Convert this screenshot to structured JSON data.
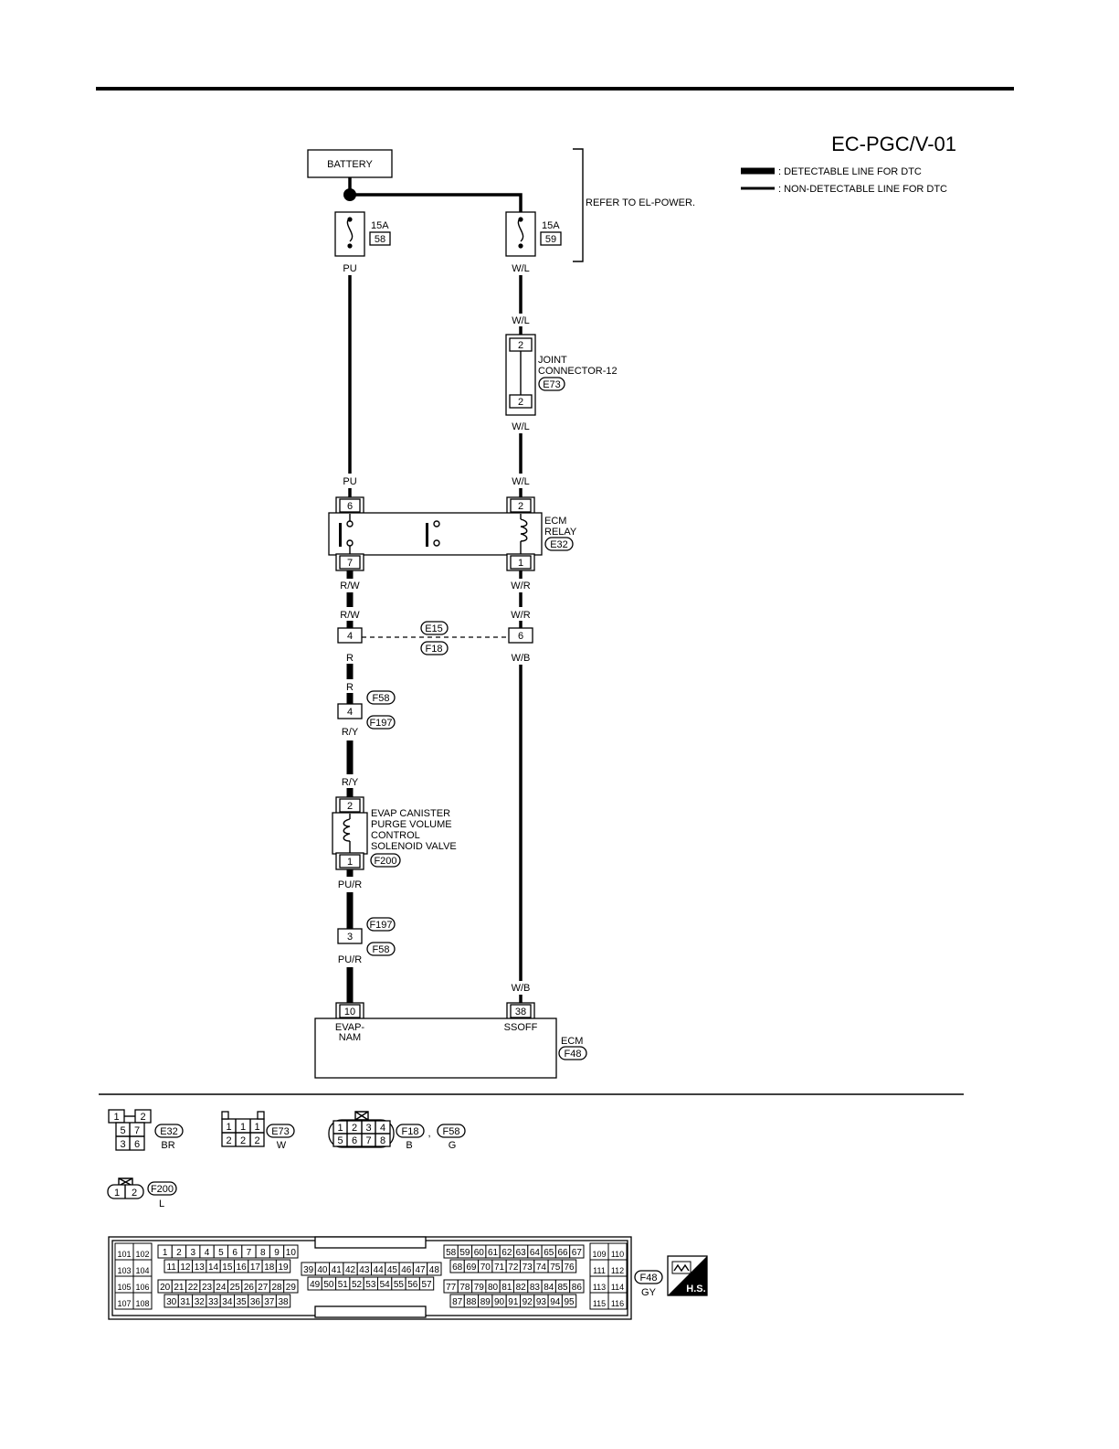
{
  "diagram_id": "EC-PGC/V-01",
  "legend": {
    "detectable": ": DETECTABLE LINE FOR DTC",
    "non_detectable": ": NON-DETECTABLE LINE FOR DTC"
  },
  "battery": "BATTERY",
  "refer": "REFER TO EL-POWER.",
  "fuses": {
    "left": {
      "amp": "15A",
      "no": "58"
    },
    "right": {
      "amp": "15A",
      "no": "59"
    }
  },
  "wire_colors": {
    "pu": "PU",
    "wl": "W/L",
    "rw": "R/W",
    "wr": "W/R",
    "r": "R",
    "wb": "W/B",
    "ry": "R/Y",
    "pur": "PU/R"
  },
  "joint_connector": {
    "label1": "JOINT",
    "label2": "CONNECTOR-12",
    "id": "E73",
    "pin": "2"
  },
  "ecm_relay": {
    "label1": "ECM",
    "label2": "RELAY",
    "id": "E32",
    "pin_left_top": "6",
    "pin_left_bottom": "7",
    "pin_right_top": "2",
    "pin_right_bottom": "1"
  },
  "connector_e15_f18": {
    "top": "E15",
    "bottom": "F18",
    "pin_left": "4",
    "pin_right": "6"
  },
  "connector_f58_f197_upper": {
    "top": "F58",
    "bottom": "F197",
    "pin": "4"
  },
  "solenoid": {
    "lines": [
      "EVAP CANISTER",
      "PURGE VOLUME",
      "CONTROL",
      "SOLENOID VALVE"
    ],
    "id": "F200",
    "pin_top": "2",
    "pin_bottom": "1"
  },
  "connector_f197_f58_lower": {
    "top": "F197",
    "bottom": "F58",
    "pin": "3"
  },
  "ecm": {
    "label": "ECM",
    "id": "F48",
    "pin_left": "10",
    "pin_left_name1": "EVAP-",
    "pin_left_name2": "NAM",
    "pin_right": "38",
    "pin_right_name": "SSOFF"
  },
  "connector_views": {
    "e32": {
      "id": "E32",
      "color": "BR",
      "pins": [
        "1",
        "2",
        "5",
        "7",
        "3",
        "6"
      ]
    },
    "e73": {
      "id": "E73",
      "color": "W",
      "pins": [
        "1",
        "1",
        "1",
        "2",
        "2",
        "2"
      ]
    },
    "f18": {
      "id": "F18",
      "color": "B",
      "sep": ",",
      "pins": [
        "1",
        "2",
        "3",
        "4",
        "5",
        "6",
        "7",
        "8"
      ]
    },
    "f58": {
      "id": "F58",
      "color": "G"
    },
    "f200": {
      "id": "F200",
      "color": "L",
      "pins": [
        "1",
        "2"
      ]
    },
    "f48": {
      "id": "F48",
      "color": "GY",
      "badge": "H.S."
    }
  },
  "ecm_connector": {
    "g1": [
      "101",
      "102",
      "103",
      "104",
      "105",
      "106",
      "107",
      "108"
    ],
    "row_a": [
      "1",
      "2",
      "3",
      "4",
      "5",
      "6",
      "7",
      "8",
      "9",
      "10"
    ],
    "row_b": [
      "11",
      "12",
      "13",
      "14",
      "15",
      "16",
      "17",
      "18",
      "19"
    ],
    "row_c": [
      "20",
      "21",
      "22",
      "23",
      "24",
      "25",
      "26",
      "27",
      "28",
      "29"
    ],
    "row_d": [
      "30",
      "31",
      "32",
      "33",
      "34",
      "35",
      "36",
      "37",
      "38"
    ],
    "row_e": [
      "39",
      "40",
      "41",
      "42",
      "43",
      "44",
      "45",
      "46",
      "47",
      "48"
    ],
    "row_f": [
      "49",
      "50",
      "51",
      "52",
      "53",
      "54",
      "55",
      "56",
      "57"
    ],
    "row_g": [
      "58",
      "59",
      "60",
      "61",
      "62",
      "63",
      "64",
      "65",
      "66",
      "67"
    ],
    "row_h": [
      "68",
      "69",
      "70",
      "71",
      "72",
      "73",
      "74",
      "75",
      "76"
    ],
    "row_i": [
      "77",
      "78",
      "79",
      "80",
      "81",
      "82",
      "83",
      "84",
      "85",
      "86"
    ],
    "row_j": [
      "87",
      "88",
      "89",
      "90",
      "91",
      "92",
      "93",
      "94",
      "95"
    ],
    "g2": [
      "109",
      "110",
      "111",
      "112",
      "113",
      "114",
      "115",
      "116"
    ]
  }
}
